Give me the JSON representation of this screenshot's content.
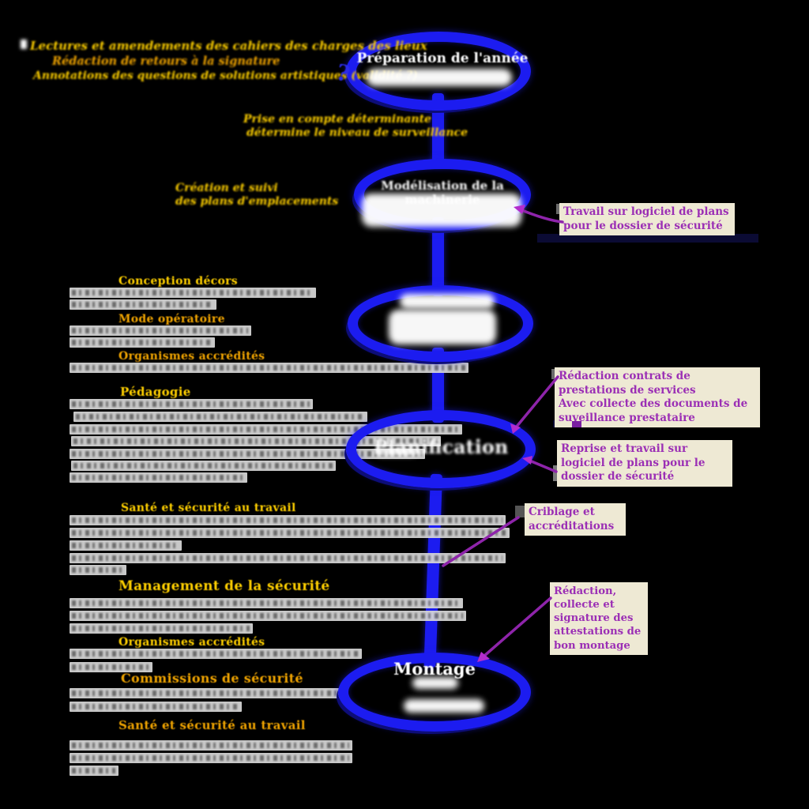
{
  "palette": {
    "background": "#000000",
    "ring_blue": "#1c1cf0",
    "ring_shadow_navy": "#0d0d78",
    "heading_gold": "#ffd000",
    "heading_orange": "#f0a400",
    "callout_bg": "#eee9d4",
    "callout_text": "#9b2fb5",
    "connector_purple": "#8e24aa",
    "arrow_magenta": "#b32ccc",
    "gray_bar": "#d8d8d8",
    "ellipse_text": "#ffffff",
    "question_blue": "#2b2be8"
  },
  "phases": [
    {
      "label": "Préparation de l'année"
    },
    {
      "label": "Modélisation de la machinerie"
    },
    {
      "label": ""
    },
    {
      "label": "Planification"
    },
    {
      "label": "Montage"
    }
  ],
  "top_notes": {
    "line1": "Lectures et amendements des cahiers des charges des lieux",
    "line2": "Rédaction de retours à la signature",
    "line3": "Annotations des questions de solutions artistiques (validité ?)",
    "question": "?"
  },
  "mid_notes": {
    "prise1": "Prise en compte déterminante",
    "prise2": "détermine le niveau de surveillance",
    "plans1": "Création et suivi",
    "plans2": "des plans d'emplacements"
  },
  "sections": [
    {
      "heading": "Conception décors"
    },
    {
      "heading": "Mode opératoire"
    },
    {
      "heading": "Organismes accrédités"
    },
    {
      "heading": "Pédagogie"
    },
    {
      "heading": "Santé et sécurité au travail"
    },
    {
      "heading": "Management de la sécurité"
    },
    {
      "heading": "Organismes accrédités"
    },
    {
      "heading": "Commissions de sécurité"
    },
    {
      "heading": "Santé et sécurité au travail"
    }
  ],
  "callouts": [
    {
      "text": "Travail sur logiciel de plans pour le dossier de sécurité"
    },
    {
      "text": "Rédaction contrats de prestations de services\nAvec collecte des documents de suveillance prestataire"
    },
    {
      "text": "Reprise et travail sur logiciel de plans pour le dossier de sécurité"
    },
    {
      "text": "Criblage et accréditations"
    },
    {
      "text": "Rédaction, collecte et signature des attestations de bon montage"
    }
  ]
}
